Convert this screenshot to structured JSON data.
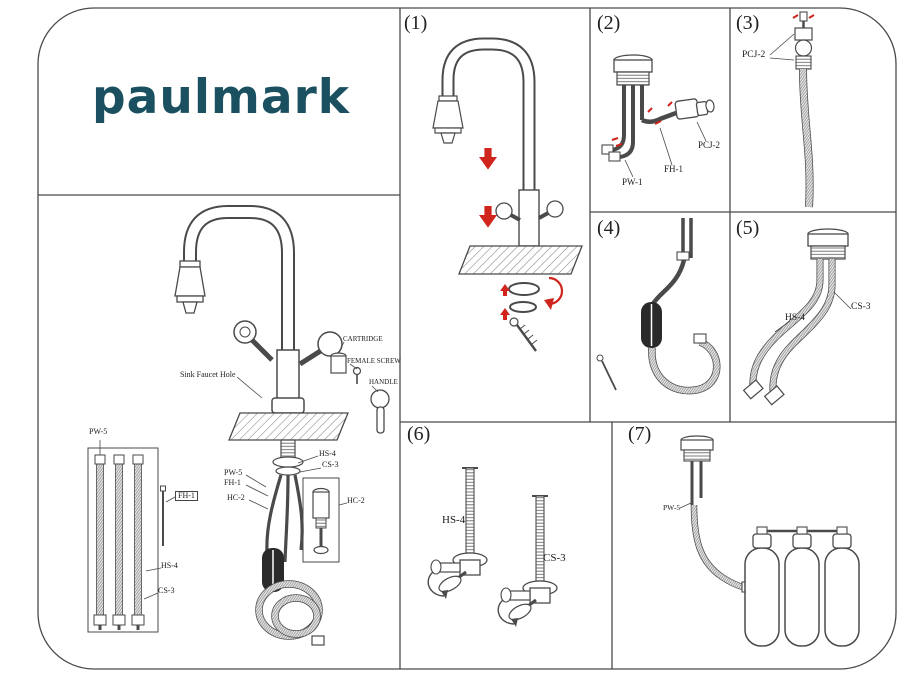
{
  "brand": {
    "logo_text": "paulmark",
    "logo_color": "#1a505f"
  },
  "colors": {
    "line": "#4a4a4a",
    "accent_red": "#d0251c"
  },
  "panel_numbers": {
    "p1": "(1)",
    "p2": "(2)",
    "p3": "(3)",
    "p4": "(4)",
    "p5": "(5)",
    "p6": "(6)",
    "p7": "(7)"
  },
  "main_diagram": {
    "labels": {
      "sink_faucet_hole": "Sink Faucet Hole",
      "cartridge": "CARTRIDGE",
      "female_screw": "FEMALE SCREW",
      "handle": "HANDLE",
      "pw5_hoses": "PW-5",
      "hs4_shank": "HS-4",
      "cs3_shank": "CS-3",
      "pw5_center": "PW-5",
      "fh1_center": "FH-1",
      "hc2_center": "HC-2",
      "hc2_valve": "HC-2",
      "fh1_pin": "FH-1",
      "hs4_inset": "HS-4",
      "cs3_inset": "CS-3"
    }
  },
  "panel2": {
    "labels": {
      "pw1": "PW-1",
      "fh1": "FH-1",
      "pcj2": "PCJ-2"
    }
  },
  "panel3": {
    "labels": {
      "pcj2": "PCJ-2"
    }
  },
  "panel5": {
    "labels": {
      "hs4": "HS-4",
      "cs3": "CS-3"
    }
  },
  "panel6": {
    "labels": {
      "hs4": "HS-4",
      "cs3": "CS-3"
    }
  },
  "panel7": {
    "labels": {
      "pw5": "PW-5"
    }
  }
}
